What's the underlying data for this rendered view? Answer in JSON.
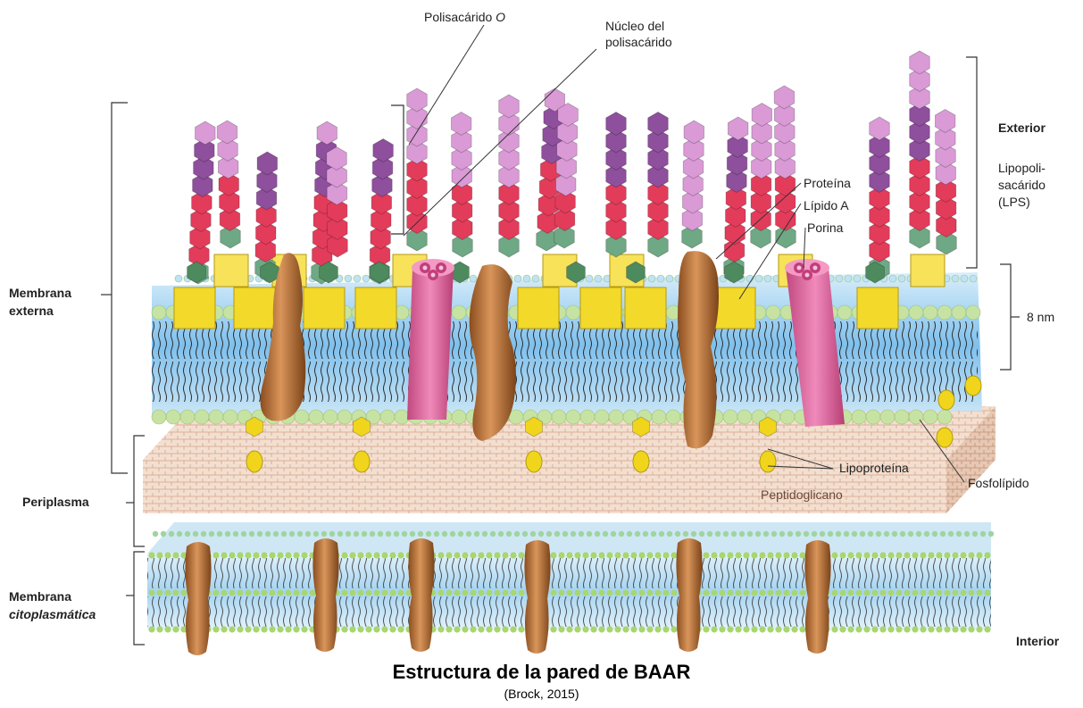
{
  "labels": {
    "o_polysaccharide": "Polisacárido",
    "o_polysaccharide_letter": "O",
    "core_line1": "Núcleo del",
    "core_line2": "polisacárido",
    "exterior": "Exterior",
    "lps_line1": "Lipopoli-",
    "lps_line2": "sacárido",
    "lps_line3": "(LPS)",
    "protein": "Proteína",
    "lipid_a": "Lípido A",
    "porin": "Porina",
    "outer_membrane_line1": "Membrana",
    "outer_membrane_line2": "externa",
    "thickness": "8 nm",
    "lipoprotein": "Lipoproteína",
    "phospholipid": "Fosfolípido",
    "periplasm": "Periplasma",
    "peptidoglycan": "Peptidoglicano",
    "cytoplasmic_membrane_line1": "Membrana",
    "cytoplasmic_membrane_line2": "citoplasmática",
    "interior": "Interior"
  },
  "caption": {
    "title": "Estructura de la pared de BAAR",
    "source": "(Brock, 2015)"
  },
  "colors": {
    "o_sugar_purple": "#8e4f9c",
    "o_sugar_pink": "#d99ad6",
    "core_sugar_red": "#e23c5a",
    "core_sugar_green": "#6fa884",
    "lipid_a_yellow": "#f3d92a",
    "porin_pink": "#e06aa0",
    "protein_brown": "#b9733a",
    "membrane_blue": "#8ec8ec",
    "peptidoglycan": "#efd9c8",
    "headgroup_green": "#c7e3a3"
  }
}
